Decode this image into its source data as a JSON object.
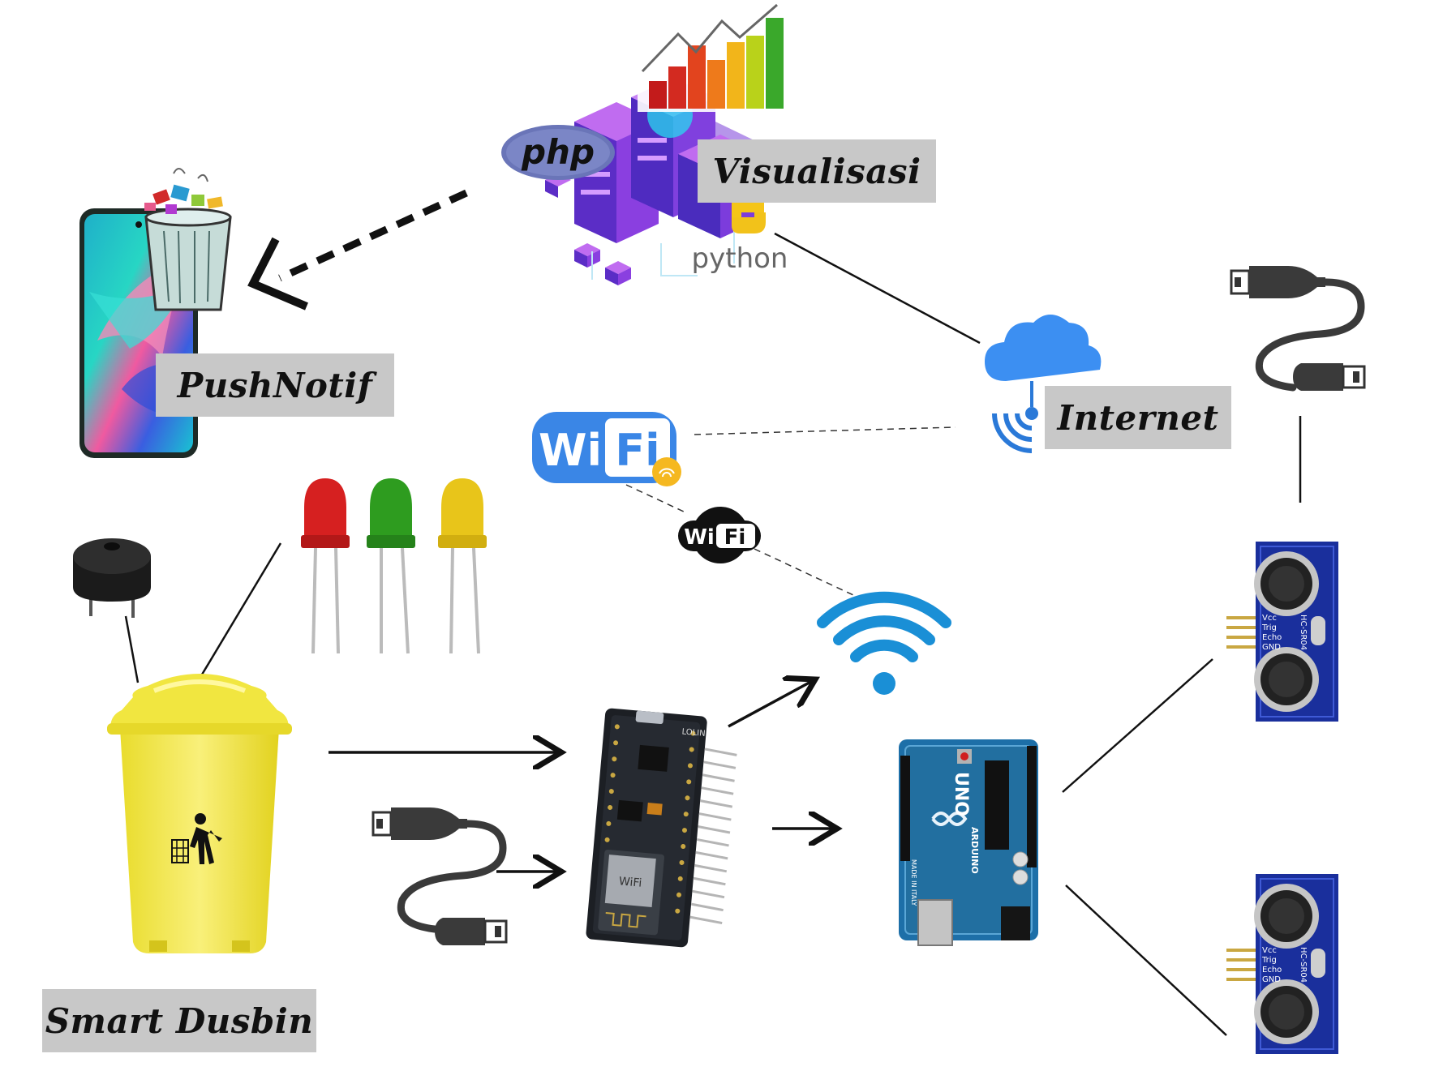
{
  "labels": {
    "visualisasi": "Visualisasi",
    "pushnotif": "PushNotif",
    "internet": "Internet",
    "smart_dusbin": "Smart Dusbin"
  },
  "logos": {
    "php": "php",
    "python": "python",
    "wifi_main": "Wi Fi",
    "wifi_small": "WiFi"
  },
  "board_text": {
    "uno": "UNO",
    "arduino": "ARDUINO",
    "made_in": "MADE IN ITALY",
    "esp_brand": "LOLIN",
    "esp_wifi": "WiFi"
  },
  "sensor_pins": [
    "Vcc",
    "Trig",
    "Echo",
    "GND"
  ],
  "sensor_model": "HC-SR04",
  "colors": {
    "label_bg": "#c8c8c8",
    "led_red": "#d62020",
    "led_green": "#2e9c1f",
    "led_yellow": "#e8c51a",
    "bin_yellow": "#f4ea4a",
    "wifi_blue": "#1a8fd6",
    "cloud_blue": "#3c8ff2",
    "arduino_blue": "#1d6fa8",
    "sensor_blue": "#1a2f9c",
    "php_purple": "#6a75b8"
  }
}
